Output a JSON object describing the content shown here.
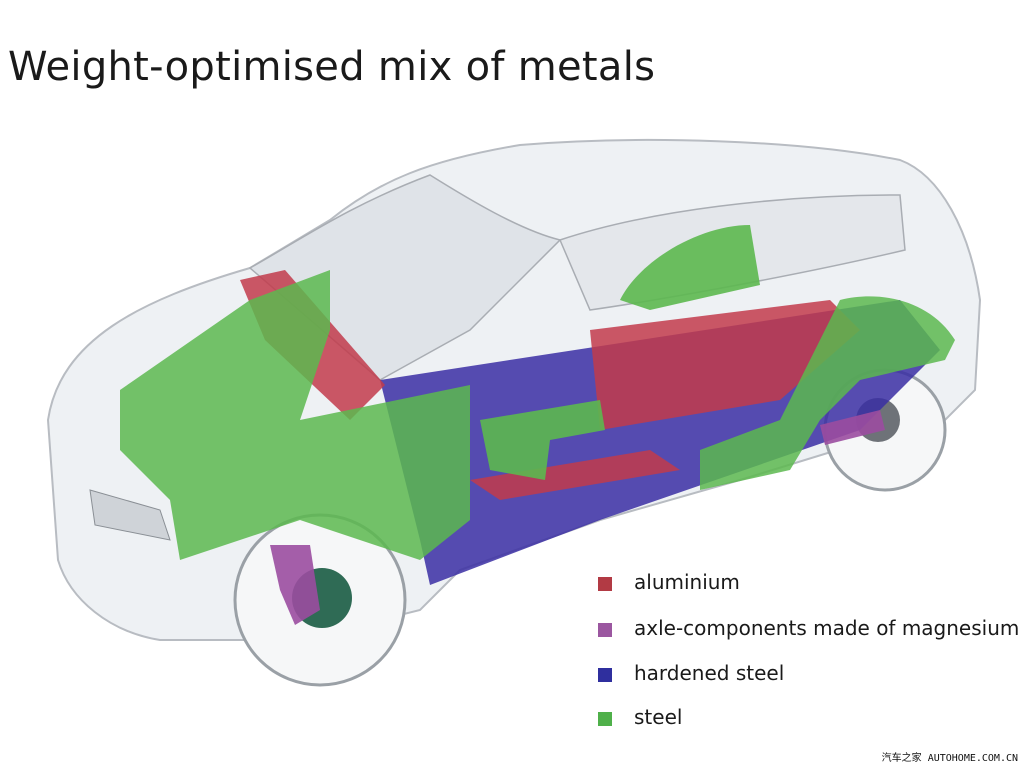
{
  "title": "Weight-optimised mix of metals",
  "colors": {
    "aluminium": "#c23b4b",
    "magnesium": "#9b4da0",
    "hardened_steel": "#3a2ea3",
    "steel": "#5cb84f"
  },
  "legend": [
    {
      "label": "aluminium",
      "color": "#b23a44",
      "icon": "red-square"
    },
    {
      "label": "axle-components made of magnesium",
      "color": "#9b57a0",
      "icon": "purple-square"
    },
    {
      "label": "hardened steel",
      "color": "#2f2f9e",
      "icon": "blue-square"
    },
    {
      "label": "steel",
      "color": "#4fb04a",
      "icon": "green-square"
    }
  ],
  "watermark": "汽车之家 AUTOHOME.COM.CN"
}
